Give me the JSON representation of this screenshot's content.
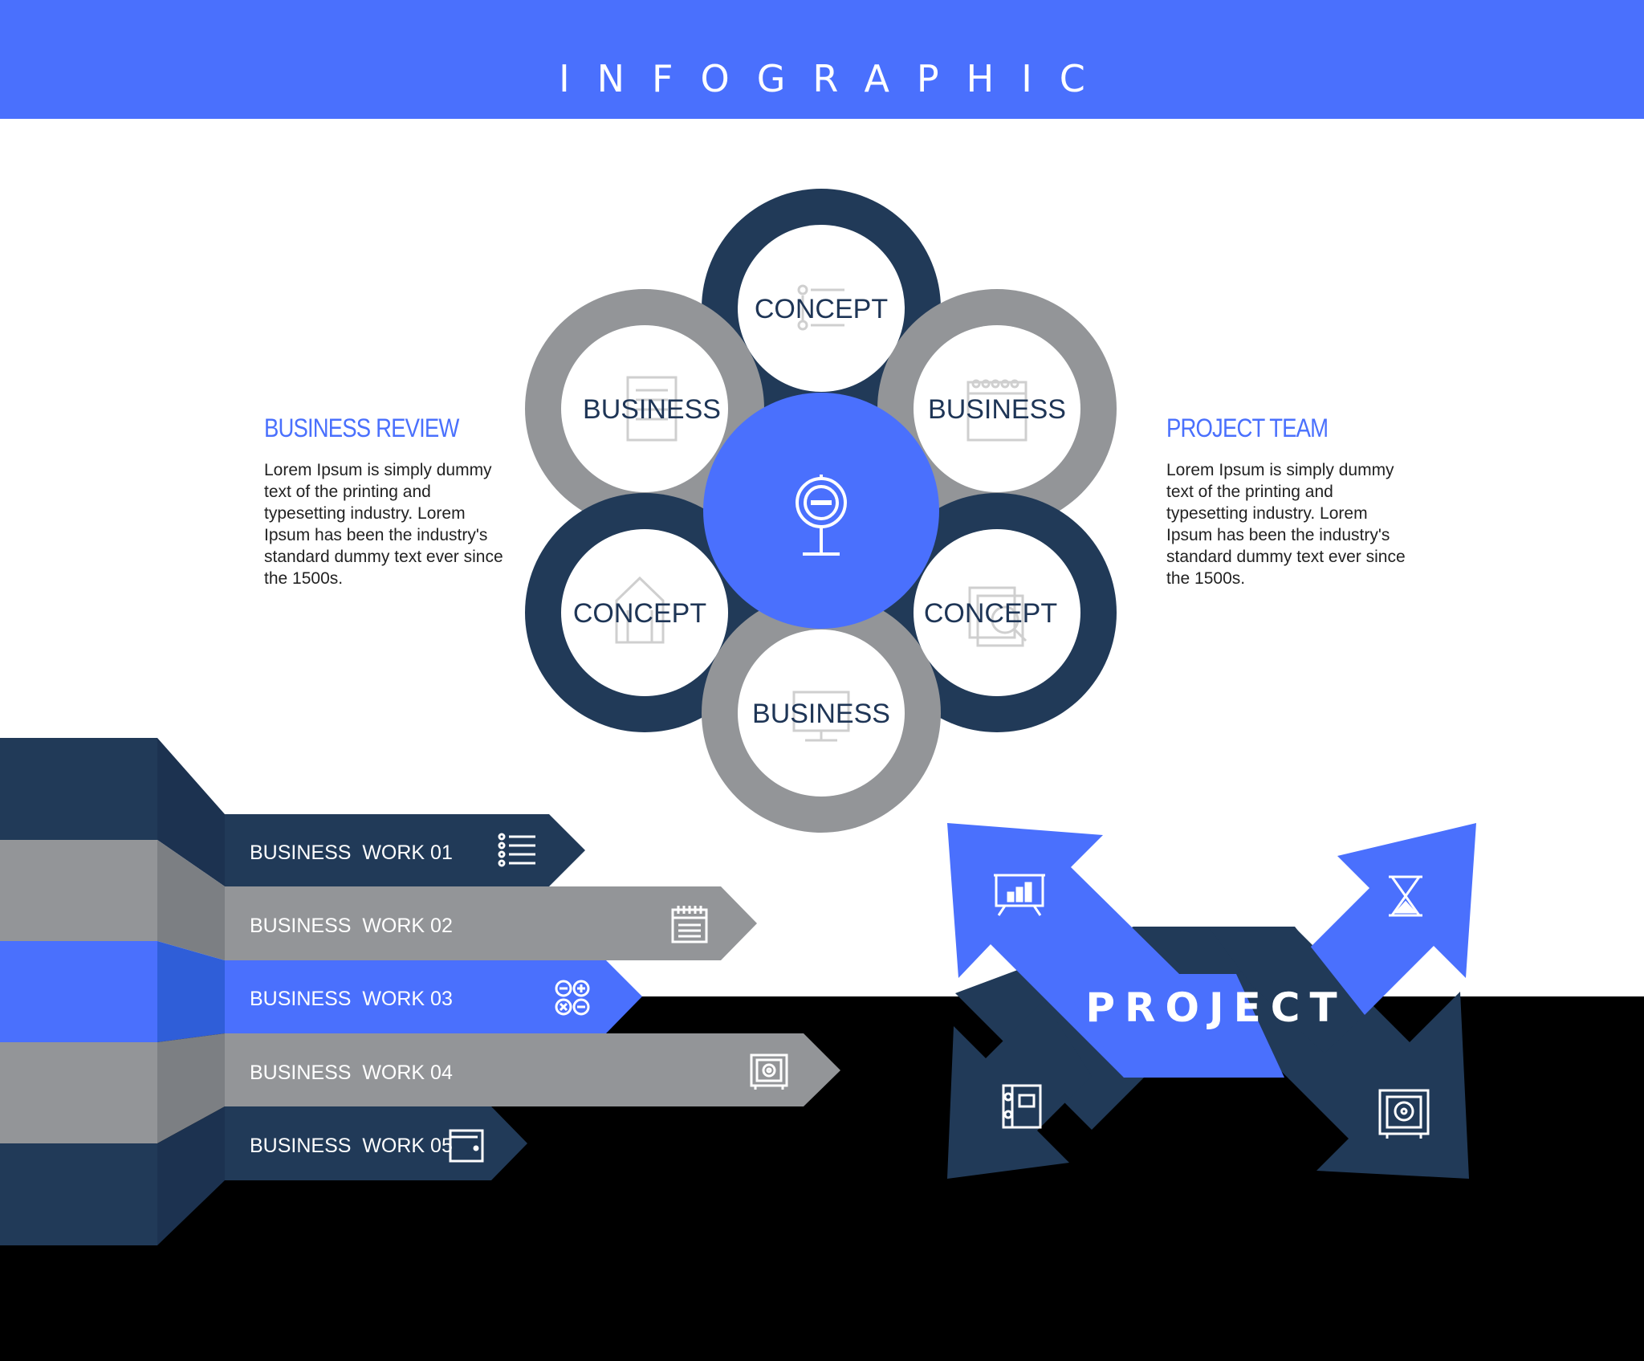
{
  "header": {
    "title": "INFOGRAPHIC"
  },
  "colors": {
    "blue": "#4a70fd",
    "navy": "#213a58",
    "gray": "#939598",
    "black": "#000000"
  },
  "left_panel": {
    "title": "BUSINESS REVIEW",
    "body": "Lorem Ipsum is simply dummy text of the printing and typesetting industry. Lorem Ipsum has been the industry's standard dummy text ever since the 1500s."
  },
  "right_panel": {
    "title": "PROJECT TEAM",
    "body": "Lorem Ipsum is simply dummy text of the printing and typesetting industry. Lorem Ipsum has been the industry's standard dummy text ever since the 1500s."
  },
  "flower": {
    "center_icon": "globe-stand-icon",
    "petals": [
      {
        "label": "CONCEPT",
        "ring": "navy",
        "icon": "flowchart-icon"
      },
      {
        "label": "BUSINESS",
        "ring": "gray",
        "icon": "calendar-icon"
      },
      {
        "label": "CONCEPT",
        "ring": "navy",
        "icon": "magnifier-docs-icon"
      },
      {
        "label": "BUSINESS",
        "ring": "gray",
        "icon": "monitor-icon"
      },
      {
        "label": "CONCEPT",
        "ring": "navy",
        "icon": "house-icon"
      },
      {
        "label": "BUSINESS",
        "ring": "gray",
        "icon": "document-icon"
      }
    ]
  },
  "business_works": [
    {
      "label": "BUSINESS  WORK 01",
      "color": "navy",
      "icon": "list-icon"
    },
    {
      "label": "BUSINESS  WORK 02",
      "color": "gray",
      "icon": "calendar-icon"
    },
    {
      "label": "BUSINESS  WORK 03",
      "color": "blue",
      "icon": "calculator-icon"
    },
    {
      "label": "BUSINESS  WORK 04",
      "color": "gray",
      "icon": "safe-icon"
    },
    {
      "label": "BUSINESS  WORK 05",
      "color": "navy",
      "icon": "wallet-icon"
    }
  ],
  "project": {
    "label": "PROJECT",
    "arrows": [
      {
        "direction": "top-left",
        "color": "blue",
        "icon": "presentation-chart-icon"
      },
      {
        "direction": "top-right",
        "color": "blue",
        "icon": "hourglass-icon"
      },
      {
        "direction": "bottom-left",
        "color": "navy",
        "icon": "notebook-icon"
      },
      {
        "direction": "bottom-right",
        "color": "navy",
        "icon": "safe-icon"
      }
    ]
  }
}
